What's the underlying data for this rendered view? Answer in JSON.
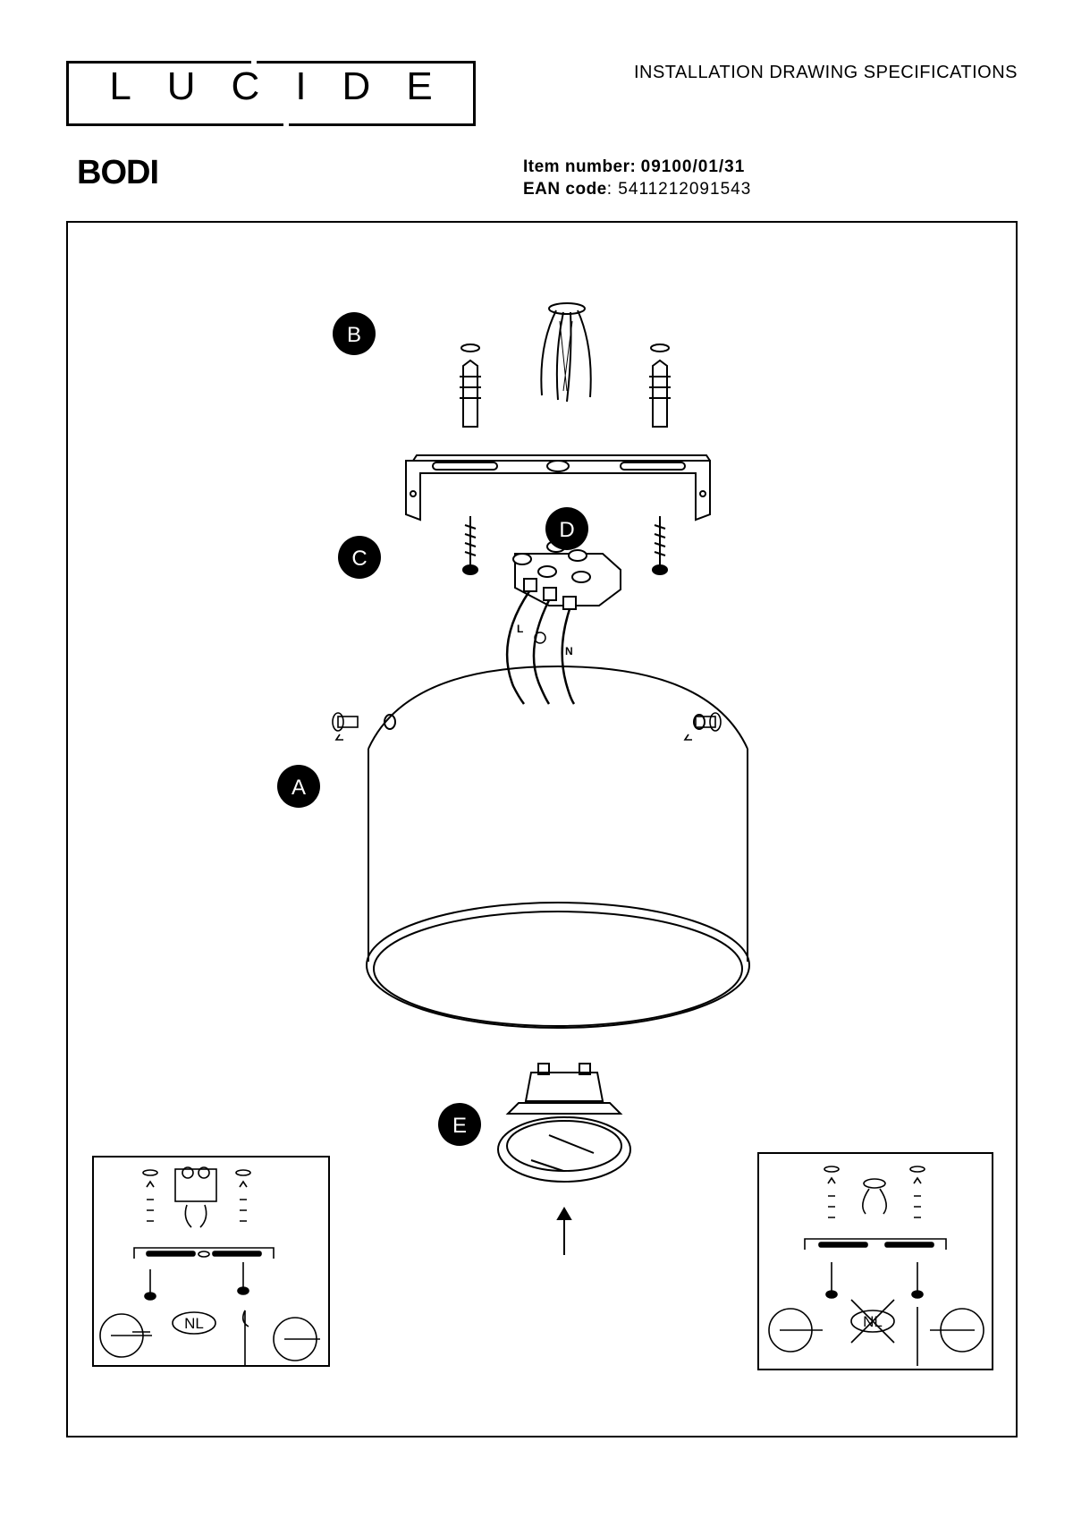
{
  "header": {
    "brand": "LUCIDE",
    "doc_type": "INSTALLATION DRAWING SPECIFICATIONS"
  },
  "product": {
    "name": "BODI",
    "item_number_label": "Item number:",
    "item_number": "09100/01/31",
    "ean_label": "EAN code",
    "ean_value": ": 5411212091543"
  },
  "drawing": {
    "badges": {
      "a": "A",
      "b": "B",
      "c": "C",
      "d": "D",
      "e": "E"
    },
    "wire_labels": {
      "live": "L",
      "neutral": "N"
    },
    "inset_left_badge": "NL",
    "inset_right_badge": "NL"
  }
}
